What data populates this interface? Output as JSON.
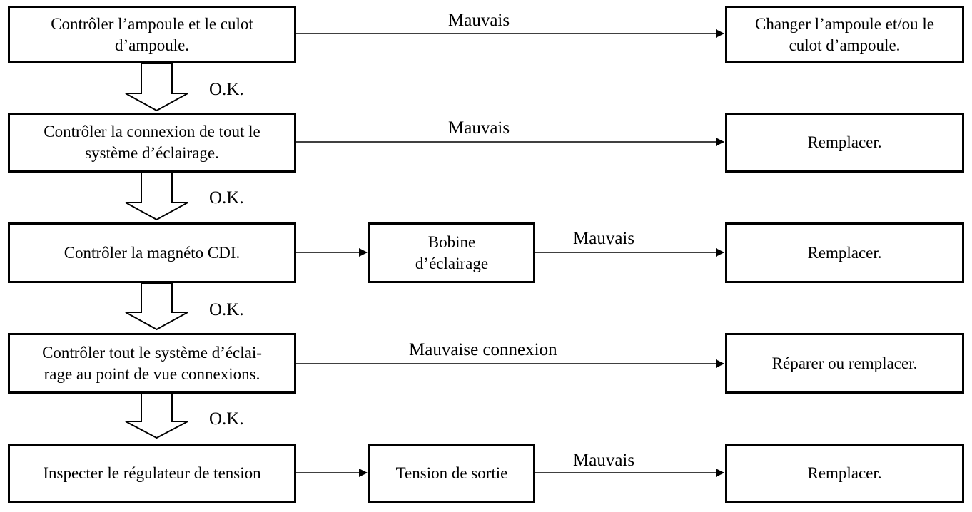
{
  "steps": [
    {
      "line1": "Contrôler l’ampoule et le culot",
      "line2": "d’ampoule.",
      "fault_label": "Mauvais",
      "result": [
        "Changer l’ampoule et/ou le",
        "culot d’ampoule."
      ]
    },
    {
      "line1": "Contrôler la connexion de tout le",
      "line2": "système d’éclairage.",
      "fault_label": "Mauvais",
      "result": [
        "Remplacer."
      ]
    },
    {
      "line1": "Contrôler la magnéto CDI.",
      "line2": "",
      "mid": [
        "Bobine",
        "d’éclairage"
      ],
      "fault_label": "Mauvais",
      "result": [
        "Remplacer."
      ]
    },
    {
      "line1": "Contrôler tout le système d’éclai-",
      "line2": "rage au point de vue connexions.",
      "fault_label": "Mauvaise connexion",
      "result": [
        "Réparer ou remplacer."
      ]
    },
    {
      "line1": "Inspecter le régulateur de tension",
      "line2": "",
      "mid": [
        "Tension de sortie"
      ],
      "fault_label": "Mauvais",
      "result": [
        "Remplacer."
      ]
    }
  ],
  "ok_labels": [
    "O.K.",
    "O.K.",
    "O.K.",
    "O.K."
  ]
}
